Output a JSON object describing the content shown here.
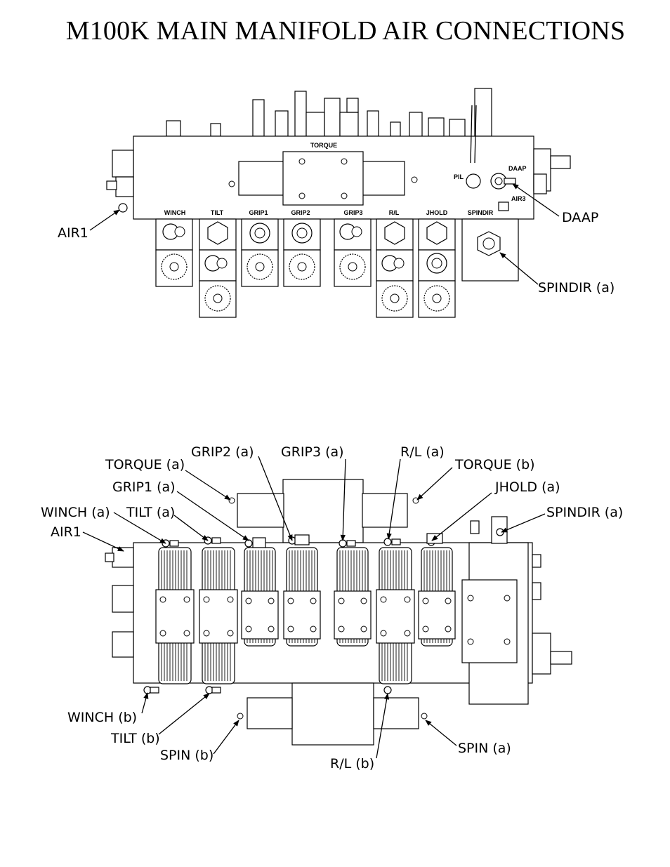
{
  "title": "M100K MAIN MANIFOLD AIR CONNECTIONS",
  "top_view": {
    "block_labels": {
      "torque": "TORQUE",
      "winch": "WINCH",
      "tilt": "TILT",
      "grip1": "GRIP1",
      "grip2": "GRIP2",
      "grip3": "GRIP3",
      "rl": "R/L",
      "jhold": "JHOLD",
      "spindir": "SPINDIR",
      "pil": "PIL",
      "daap": "DAAP",
      "air3": "AIR3"
    },
    "callouts": {
      "air1": "AIR1",
      "daap": "DAAP",
      "spindir_a": "SPINDIR (a)"
    }
  },
  "bottom_view": {
    "callouts": {
      "grip2_a": "GRIP2 (a)",
      "grip3_a": "GRIP3 (a)",
      "rl_a": "R/L (a)",
      "torque_a": "TORQUE (a)",
      "torque_b": "TORQUE (b)",
      "grip1_a": "GRIP1 (a)",
      "jhold_a": "JHOLD (a)",
      "winch_a": "WINCH (a)",
      "tilt_a": "TILT (a)",
      "spindir_a": "SPINDIR (a)",
      "air1": "AIR1",
      "winch_b": "WINCH (b)",
      "tilt_b": "TILT (b)",
      "spin_b": "SPIN (b)",
      "rl_b": "R/L (b)",
      "spin_a": "SPIN (a)"
    }
  }
}
